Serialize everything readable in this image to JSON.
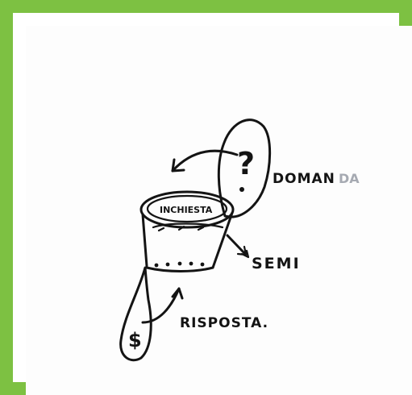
{
  "frame": {
    "border_color": "#7dc142"
  },
  "sketch": {
    "question_mark": "?",
    "label_bowl": "INCHIESTA",
    "label_question": "DOMAN",
    "label_question_smudged": "DA",
    "label_seeds": "SEMI",
    "label_answer": "RISPOSTA.",
    "seed_glyph": "$"
  }
}
